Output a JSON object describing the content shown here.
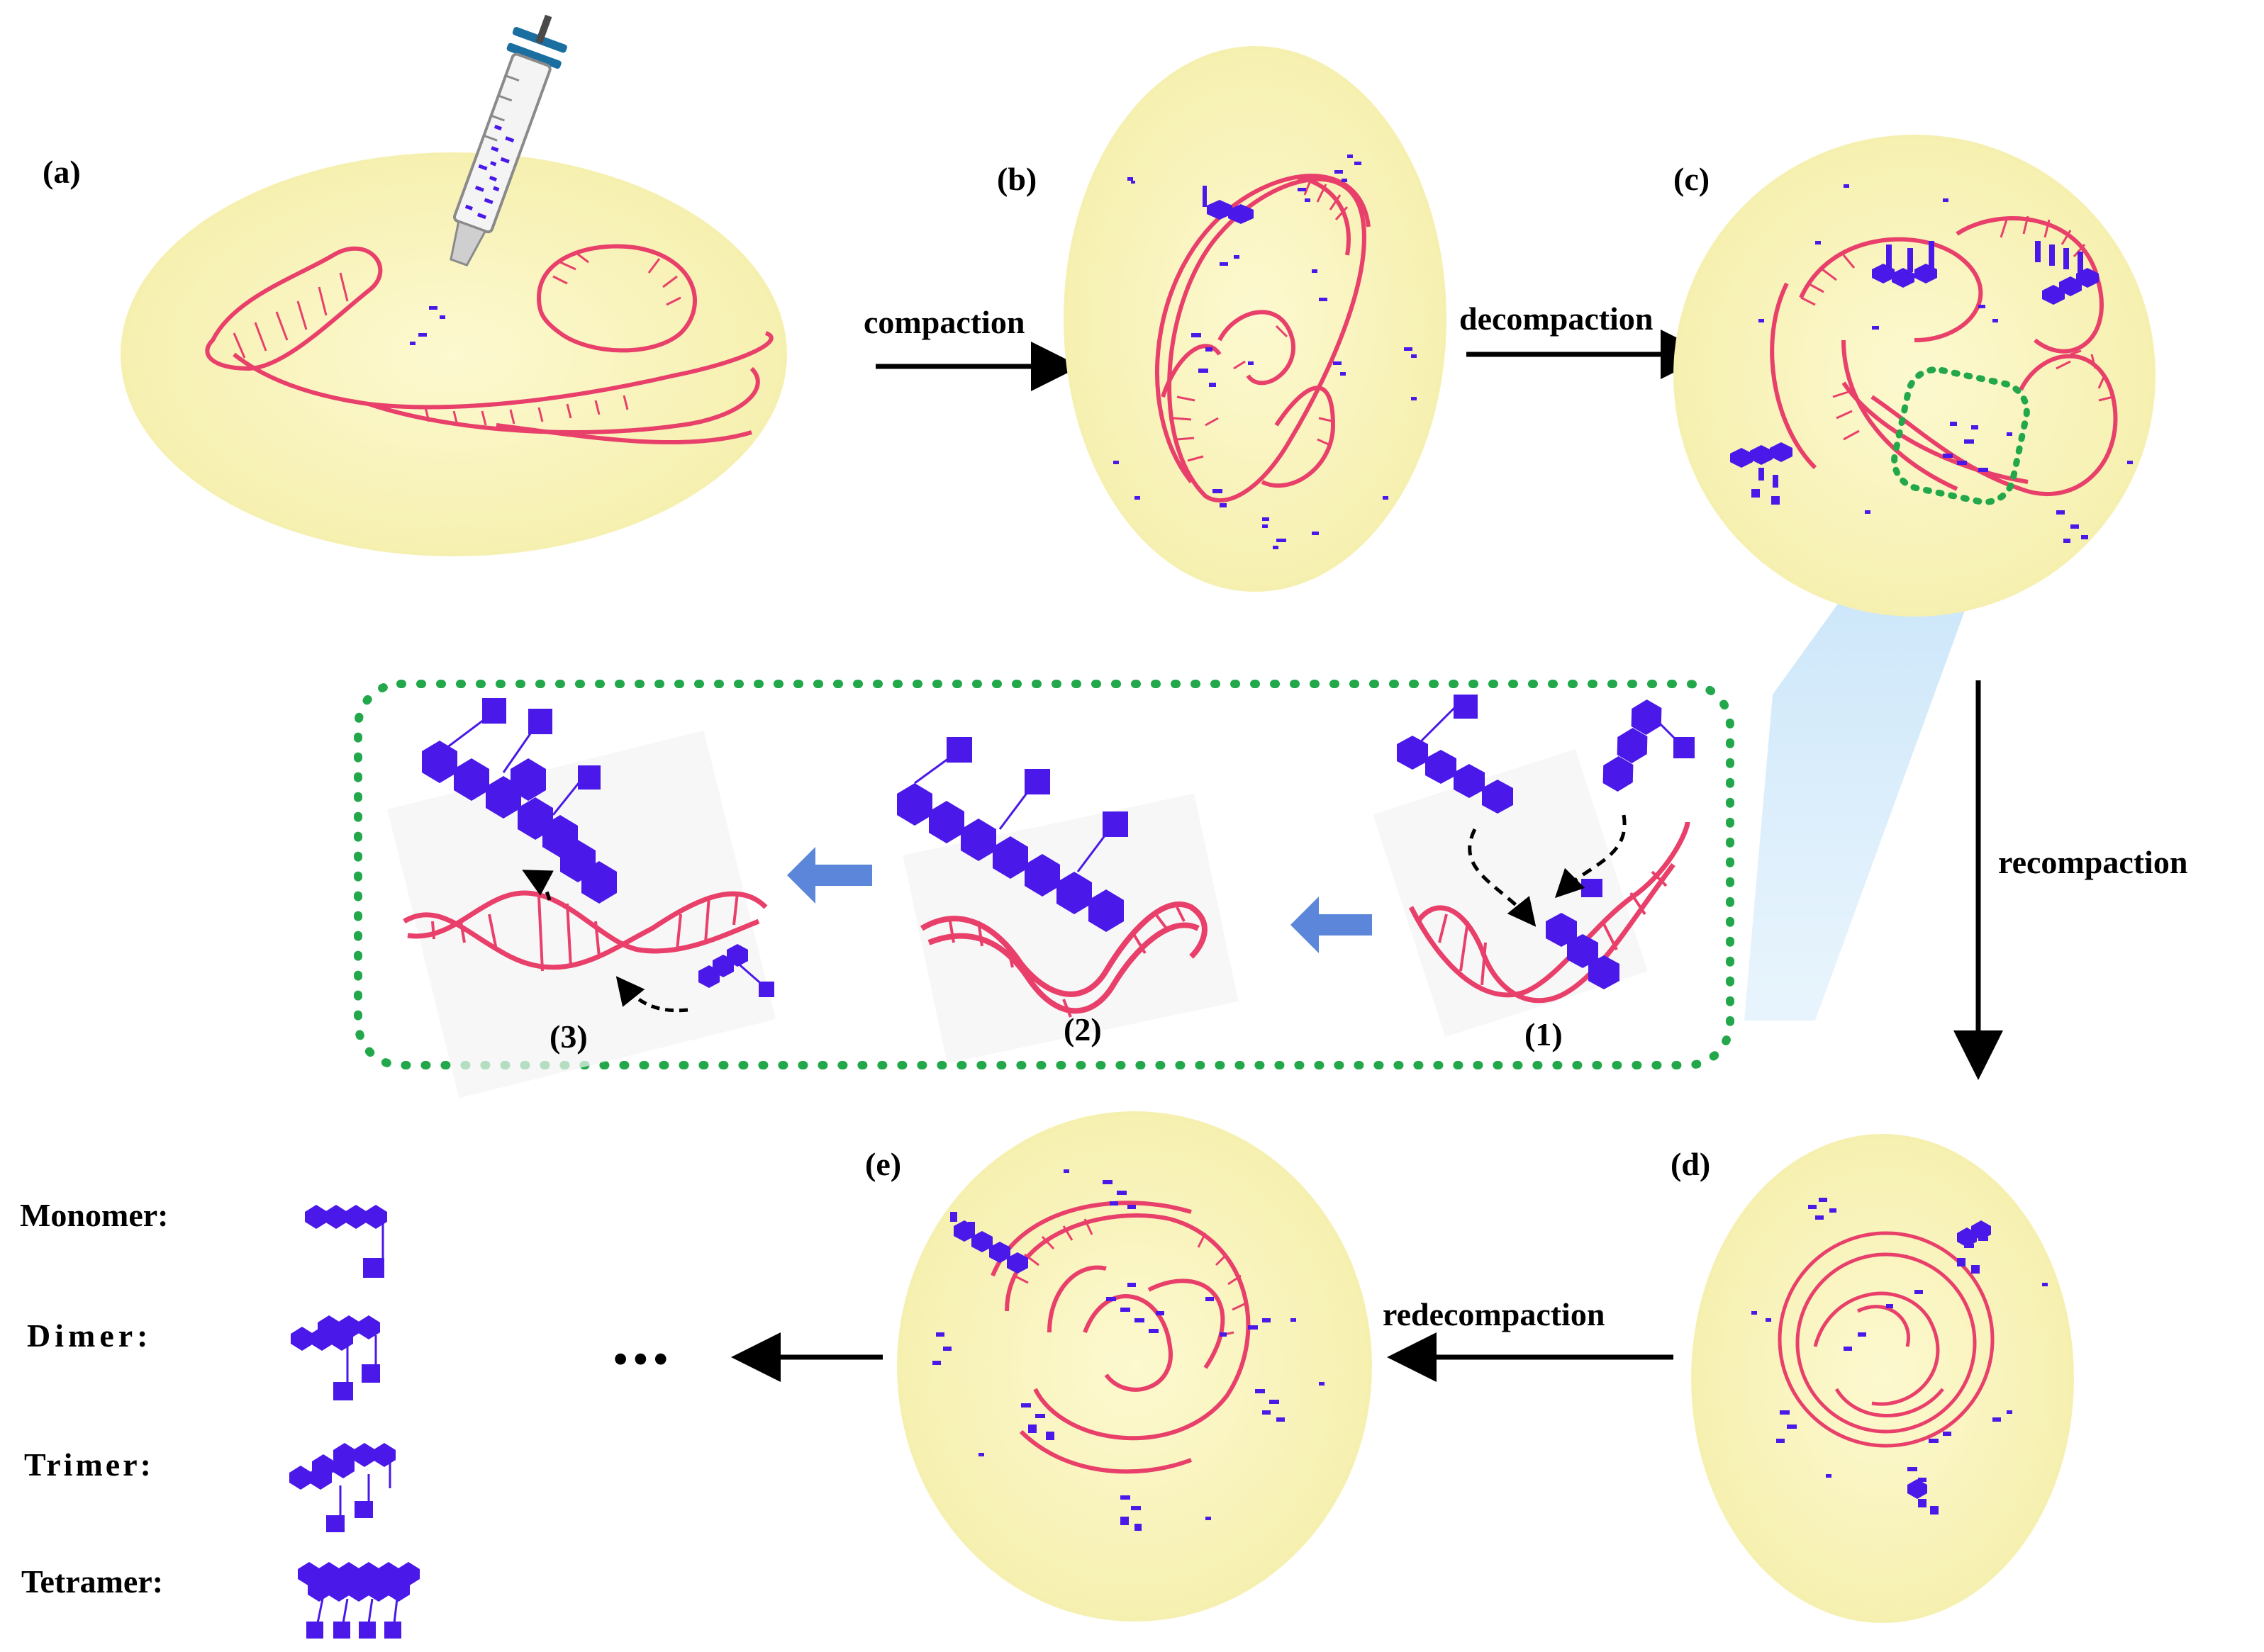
{
  "panels": {
    "a": "(a)",
    "b": "(b)",
    "c": "(c)",
    "d": "(d)",
    "e": "(e)"
  },
  "steps": {
    "compaction": "compaction",
    "decompaction": "decompaction",
    "recompaction": "recompaction",
    "redecompaction": "redecompaction"
  },
  "inset": {
    "step1": "(1)",
    "step2": "(2)",
    "step3": "(3)"
  },
  "legend": {
    "monomer": "Monomer:",
    "dimer": "Dimer:",
    "trimer": "Trimer:",
    "tetramer": "Tetramer:"
  },
  "continuation": "•••",
  "colors": {
    "cell": "#faf6c0",
    "dna": "#e8406a",
    "molecule": "#4a18e8",
    "inset_border": "#22a84a",
    "inset_arrow": "#5b86d9",
    "zoom_glow": "#a8d4f2"
  }
}
